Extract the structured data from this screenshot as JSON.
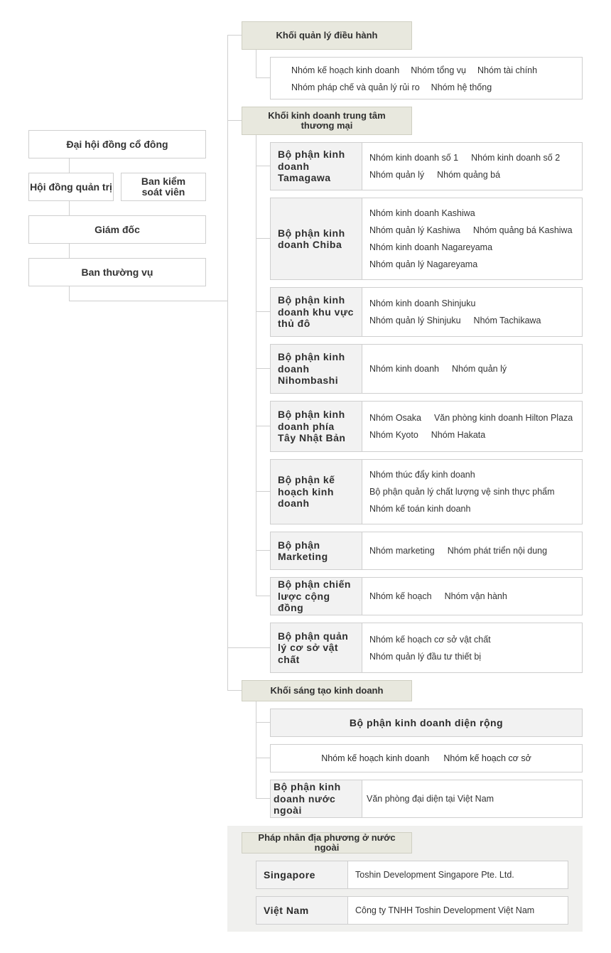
{
  "governance": {
    "shareholders": "Đại hội đồng cổ đông",
    "board": "Hội đồng quản trị",
    "auditors": "Ban kiểm soát viên",
    "director": "Giám đốc",
    "executive_committee": "Ban thường vụ"
  },
  "management_block": {
    "title": "Khối quản lý điều hành",
    "rows": [
      [
        "Nhóm kế hoạch kinh doanh",
        "Nhóm tổng vụ",
        "Nhóm tài chính"
      ],
      [
        "Nhóm pháp chế và quản lý rủi ro",
        "Nhóm hệ thống"
      ]
    ]
  },
  "commercial_block": {
    "title_line1": "Khối kinh doanh trung tâm",
    "title_line2": "thương mại",
    "departments": [
      {
        "name": "Bộ phận kinh doanh Tamagawa",
        "rows": [
          [
            "Nhóm kinh doanh số 1",
            "Nhóm kinh doanh số 2"
          ],
          [
            "Nhóm quản lý",
            "Nhóm quảng bá"
          ]
        ]
      },
      {
        "name": "Bộ phận kinh doanh Chiba",
        "rows": [
          [
            "Nhóm kinh doanh Kashiwa"
          ],
          [
            "Nhóm quản lý Kashiwa",
            "Nhóm quảng bá Kashiwa"
          ],
          [
            "Nhóm kinh doanh Nagareyama"
          ],
          [
            "Nhóm quản lý Nagareyama"
          ]
        ]
      },
      {
        "name": "Bộ phận kinh doanh khu vực thủ đô",
        "rows": [
          [
            "Nhóm kinh doanh Shinjuku"
          ],
          [
            "Nhóm quản lý Shinjuku",
            "Nhóm Tachikawa"
          ]
        ]
      },
      {
        "name": "Bộ phận kinh doanh Nihombashi",
        "rows": [
          [
            "Nhóm kinh doanh",
            "Nhóm quản lý"
          ]
        ]
      },
      {
        "name": "Bộ phận kinh doanh phía Tây Nhật Bản",
        "rows": [
          [
            "Nhóm Osaka",
            "Văn phòng kinh doanh Hilton Plaza"
          ],
          [
            "Nhóm Kyoto",
            "Nhóm Hakata"
          ]
        ]
      },
      {
        "name": "Bộ phận kế hoạch kinh doanh",
        "rows": [
          [
            "Nhóm thúc đẩy kinh doanh"
          ],
          [
            "Bộ phận quản lý chất lượng vệ sinh thực phẩm"
          ],
          [
            "Nhóm kế toán kinh doanh"
          ]
        ]
      },
      {
        "name": "Bộ phận Marketing",
        "rows": [
          [
            "Nhóm marketing",
            "Nhóm phát triển nội dung"
          ]
        ]
      },
      {
        "name": "Bộ phận chiến lược cộng đồng",
        "rows": [
          [
            "Nhóm kế hoạch",
            "Nhóm vận hành"
          ]
        ]
      },
      {
        "name": "Bộ phận quản lý cơ sở vật chất",
        "rows": [
          [
            "Nhóm kế hoạch cơ sở vật chất"
          ],
          [
            "Nhóm quản lý đầu tư thiết bị"
          ]
        ]
      }
    ]
  },
  "creation_block": {
    "title": "Khối sáng tạo kinh doanh",
    "wide_area": "Bộ phận kinh doanh diện rộng",
    "wide_area_teams": [
      "Nhóm kế hoạch kinh doanh",
      "Nhóm kế hoạch cơ sở"
    ],
    "overseas_dept": "Bộ phận kinh doanh nước ngoài",
    "overseas_dept_team": "Văn phòng đại diện tại Việt Nam"
  },
  "overseas_entities": {
    "title": "Pháp nhân địa phương ở nước ngoài",
    "rows": [
      {
        "country": "Singapore",
        "company": "Toshin Development Singapore Pte. Ltd."
      },
      {
        "country": "Việt Nam",
        "company": "Công ty TNHH Toshin Development Việt Nam"
      }
    ]
  }
}
